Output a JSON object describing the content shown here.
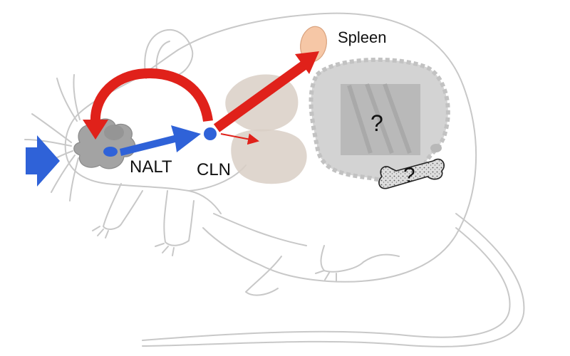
{
  "labels": {
    "spleen": "Spleen",
    "nalt": "NALT",
    "cln": "CLN",
    "question_intestine": "?",
    "question_bone": "?"
  },
  "colors": {
    "outline": "#c8c8c8",
    "blue_arrow": "#2f62d8",
    "red_arrow": "#e0211a",
    "spleen": "#f6c7a6",
    "lung": "#d9cfc6",
    "intestine_outer": "#cfcfcf",
    "intestine_inner": "#a9a9a9",
    "nalt_tissue": "#a3a3a3",
    "bone": "#d9d9d9"
  },
  "icons": {
    "input_arrow": "blue-entry-arrow",
    "bone": "bone-icon"
  }
}
